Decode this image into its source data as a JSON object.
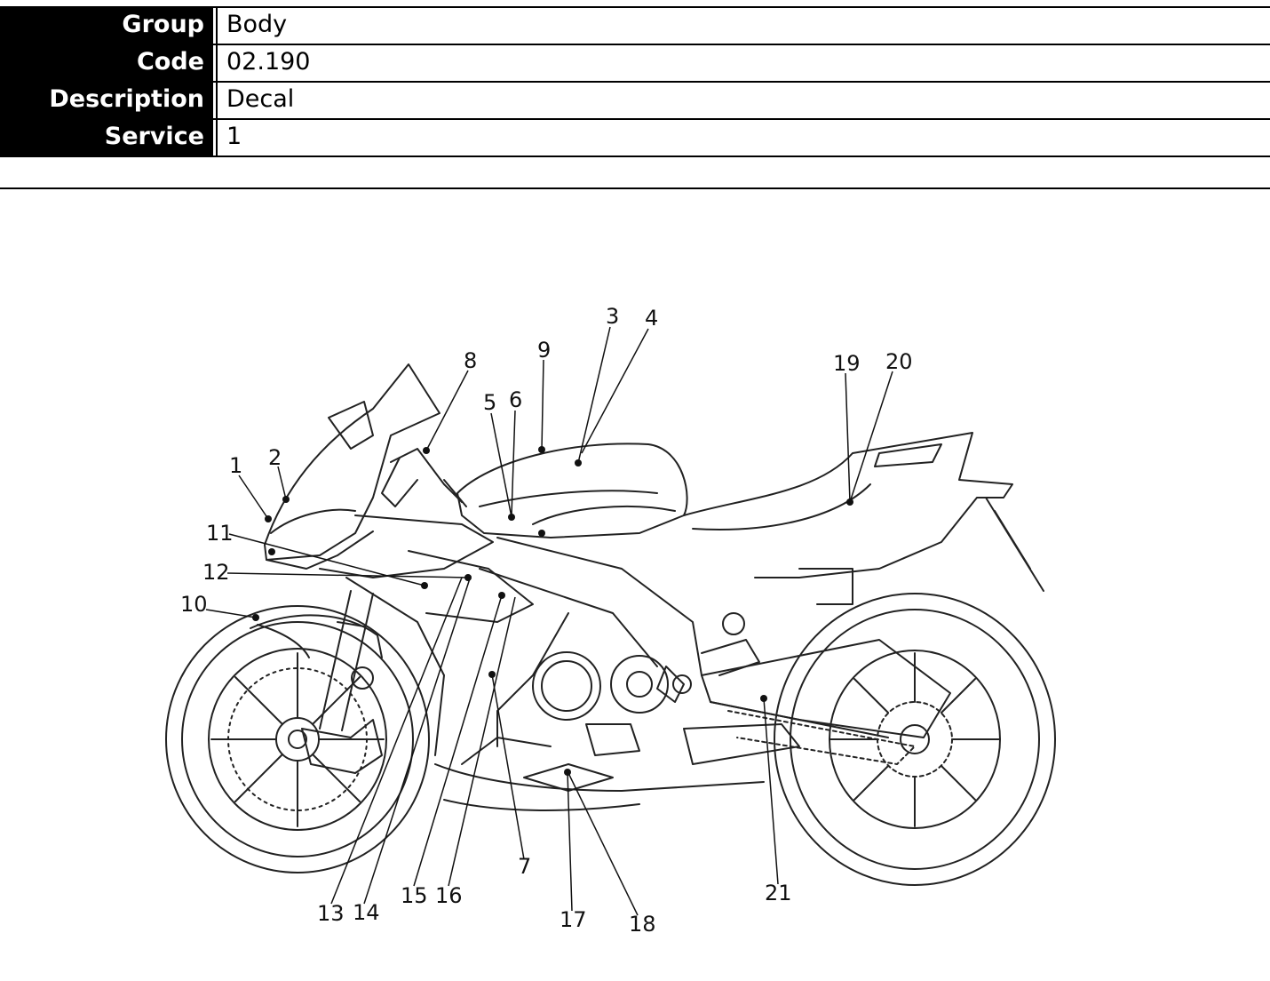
{
  "header": {
    "group_label": "Group",
    "group_value": "Body",
    "code_label": "Code",
    "code_value": "02.190",
    "description_label": "Description",
    "description_value": "Decal",
    "service_label": "Service",
    "service_value": "1"
  },
  "diagram": {
    "callouts": [
      "1",
      "2",
      "3",
      "4",
      "5",
      "6",
      "7",
      "8",
      "9",
      "10",
      "11",
      "12",
      "13",
      "14",
      "15",
      "16",
      "17",
      "18",
      "19",
      "20",
      "21"
    ]
  }
}
